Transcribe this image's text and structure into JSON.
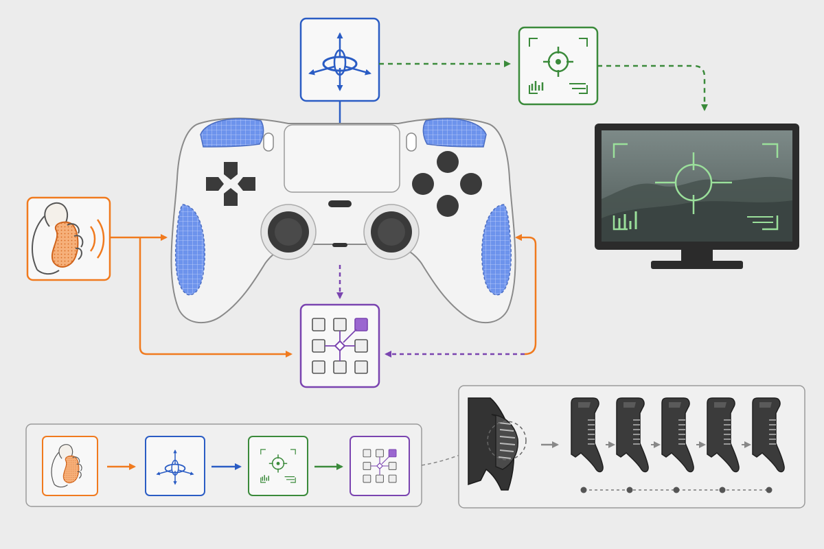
{
  "colors": {
    "background": "#ececec",
    "grip": "#f07a1e",
    "motion": "#2a5cc4",
    "aim": "#3a8a3a",
    "mapping": "#7a44b0",
    "panel_border": "#9a9a9a",
    "controller_body": "#f3f3f3",
    "controller_accent": "#5b86e6",
    "dark": "#333333"
  },
  "nodes": [
    {
      "id": "grip",
      "icon": "hand-grip-sensor-icon"
    },
    {
      "id": "motion",
      "icon": "motion-axes-gyro-icon"
    },
    {
      "id": "aim",
      "icon": "crosshair-target-icon"
    },
    {
      "id": "mapping",
      "icon": "input-mapping-grid-icon"
    }
  ],
  "monitor": {
    "icon": "crosshair-screen-icon"
  },
  "pipeline": {
    "steps": [
      "grip",
      "motion",
      "aim",
      "mapping"
    ]
  },
  "trigger_stages": {
    "count": 5
  }
}
